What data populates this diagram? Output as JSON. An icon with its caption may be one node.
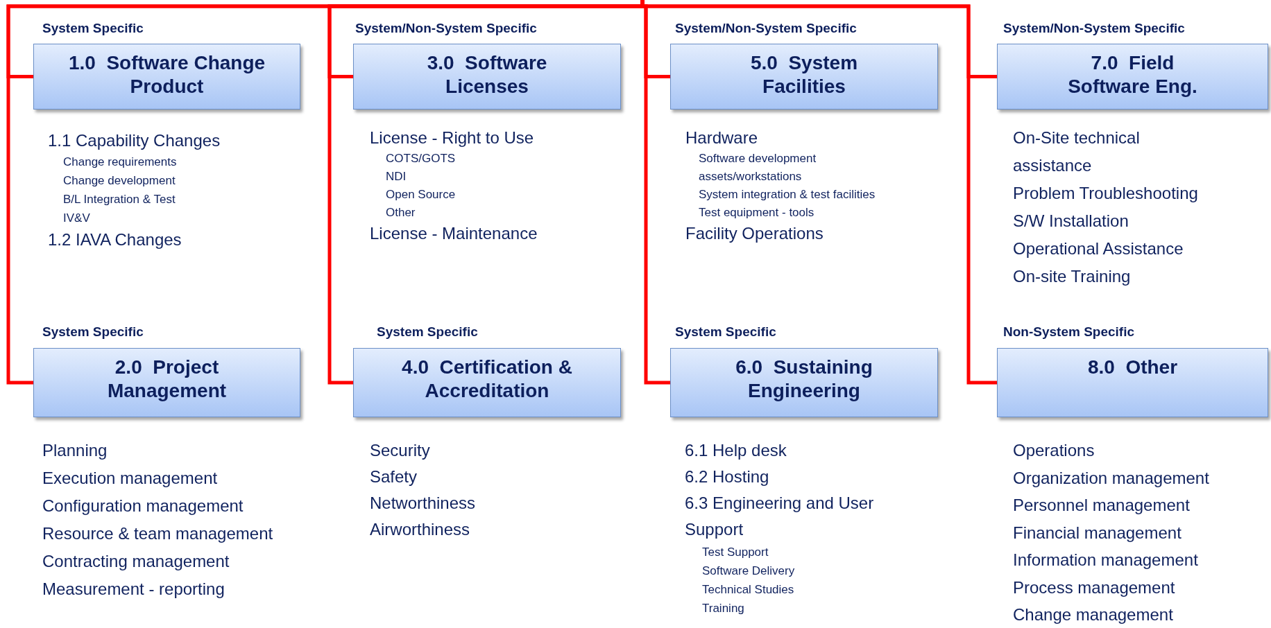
{
  "diagram": {
    "nodes": [
      {
        "text": [
          "1.0  Software Change Product"
        ],
        "beside": [
          "System Specific",
          "1.1 Capability Changes",
          "Change requirements",
          "Change development",
          "B/L Integration & Test",
          "IV&V",
          "1.2 IAVA Changes"
        ]
      },
      {
        "text": [
          "2.0  Project Management"
        ],
        "beside": [
          "System Specific",
          "Planning",
          "Execution management",
          "Configuration management",
          "Resource & team management",
          "Contracting management",
          "Measurement - reporting"
        ]
      },
      {
        "text": [
          "3.0  Software Licenses"
        ],
        "beside": [
          "System/Non-System Specific",
          "License - Right to Use",
          "COTS/GOTS",
          "NDI",
          "Open Source",
          "Other",
          "License - Maintenance"
        ]
      },
      {
        "text": [
          "4.0  Certification & Accreditation"
        ],
        "beside": [
          "System Specific",
          "Security",
          "Safety",
          "Networthiness",
          "Airworthiness"
        ]
      },
      {
        "text": [
          "5.0  System Facilities"
        ],
        "beside": [
          "System/Non-System Specific",
          "Hardware",
          "Software development assets/workstations",
          "System integration & test facilities",
          "Test equipment - tools",
          "Facility Operations"
        ]
      },
      {
        "text": [
          "6.0  Sustaining Engineering"
        ],
        "beside": [
          "System Specific",
          "6.1 Help desk",
          "6.2 Hosting",
          "6.3 Engineering and User Support",
          "Test Support",
          "Software Delivery",
          "Technical Studies",
          "Training"
        ]
      },
      {
        "text": [
          "7.0  Field Software Eng."
        ],
        "beside": [
          "System/Non-System Specific",
          "On-Site technical assistance",
          "Problem Troubleshooting",
          "S/W Installation",
          "Operational Assistance",
          "On-site Training"
        ]
      },
      {
        "text": [
          "8.0  Other"
        ],
        "beside": [
          "Non-System Specific",
          "Operations",
          "Organization management",
          "Personnel management",
          "Financial management",
          "Information management",
          "Process management",
          "Change management"
        ]
      }
    ],
    "edges": [
      {
        "from": null,
        "to": 0,
        "arrow": "none"
      },
      {
        "from": null,
        "to": 1,
        "arrow": "none"
      },
      {
        "from": null,
        "to": 2,
        "arrow": "none"
      },
      {
        "from": null,
        "to": 3,
        "arrow": "none"
      },
      {
        "from": null,
        "to": 4,
        "arrow": "none"
      },
      {
        "from": null,
        "to": 5,
        "arrow": "none"
      },
      {
        "from": null,
        "to": 6,
        "arrow": "none"
      },
      {
        "from": null,
        "to": 7,
        "arrow": "none"
      }
    ]
  }
}
